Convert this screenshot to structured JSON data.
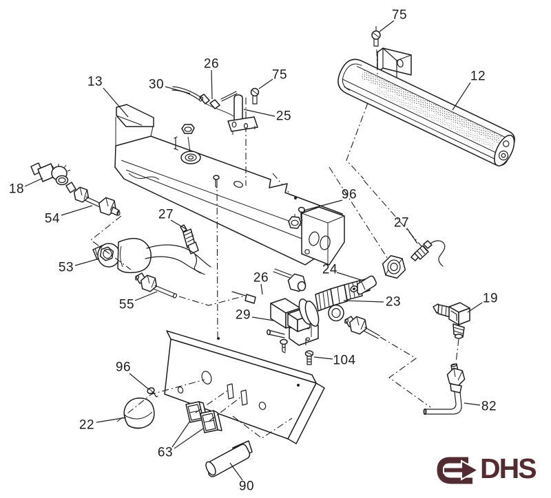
{
  "page": {
    "background": "#ffffff",
    "line_color": "#1c1c1c"
  },
  "callouts": [
    "75",
    "12",
    "13",
    "30",
    "26",
    "75",
    "25",
    "96",
    "18",
    "54",
    "27",
    "53",
    "55",
    "26",
    "24",
    "23",
    "27",
    "19",
    "29",
    "104",
    "96",
    "22",
    "63",
    "90",
    "82"
  ],
  "logo": {
    "text": "DHS",
    "color": "#522c31"
  }
}
